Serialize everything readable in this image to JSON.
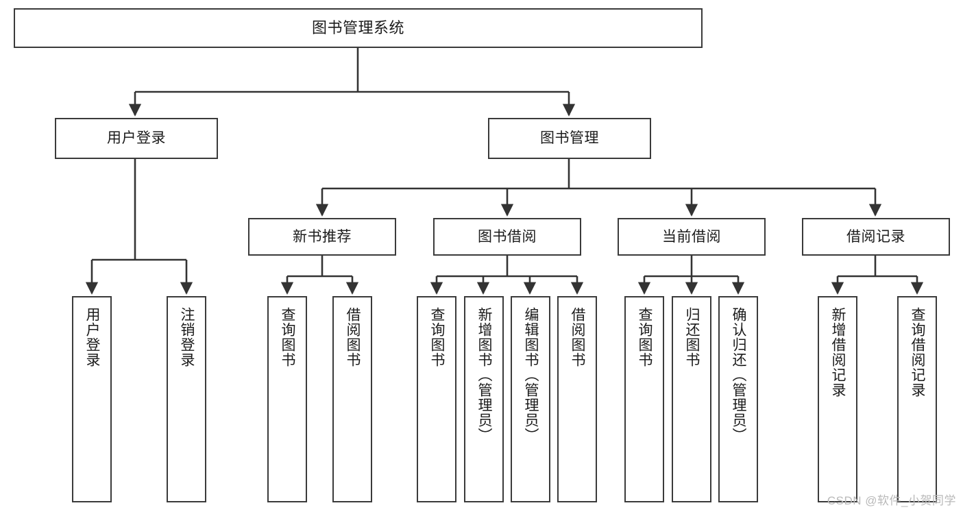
{
  "diagram": {
    "title": "图书管理系统",
    "type": "tree-hierarchy-chart",
    "watermark": "CSDN @软件_小贺同学",
    "colors": {
      "box_border": "#3a3a3a",
      "box_fill": "#ffffff",
      "connector": "#333333",
      "text": "#1b1b1b",
      "watermark": "#b9b9b9",
      "background": "#ffffff"
    }
  },
  "nodes": {
    "root": {
      "label": "图书管理系统"
    },
    "level1": [
      {
        "id": "user-login",
        "label": "用户登录"
      },
      {
        "id": "book-management",
        "label": "图书管理"
      }
    ],
    "level2": [
      {
        "id": "new-book-recommend",
        "label": "新书推荐"
      },
      {
        "id": "book-borrow",
        "label": "图书借阅"
      },
      {
        "id": "current-borrow",
        "label": "当前借阅"
      },
      {
        "id": "borrow-record",
        "label": "借阅记录"
      }
    ],
    "leaves": {
      "user_login": [
        {
          "id": "login",
          "label": "用户登录"
        },
        {
          "id": "logout",
          "label": "注销登录"
        }
      ],
      "new_book_recommend": [
        {
          "id": "query-book-1",
          "label": "查询图书"
        },
        {
          "id": "borrow-book-1",
          "label": "借阅图书"
        }
      ],
      "book_borrow": [
        {
          "id": "query-book-2",
          "label": "查询图书"
        },
        {
          "id": "add-book",
          "label": "新增图书（管理员）"
        },
        {
          "id": "edit-book",
          "label": "编辑图书（管理员）"
        },
        {
          "id": "borrow-book-2",
          "label": "借阅图书"
        }
      ],
      "current_borrow": [
        {
          "id": "query-book-3",
          "label": "查询图书"
        },
        {
          "id": "return-book",
          "label": "归还图书"
        },
        {
          "id": "confirm-return",
          "label": "确认归还（管理员）"
        }
      ],
      "borrow_record": [
        {
          "id": "add-borrow-record",
          "label": "新增借阅记录"
        },
        {
          "id": "query-borrow-record",
          "label": "查询借阅记录"
        }
      ]
    }
  }
}
